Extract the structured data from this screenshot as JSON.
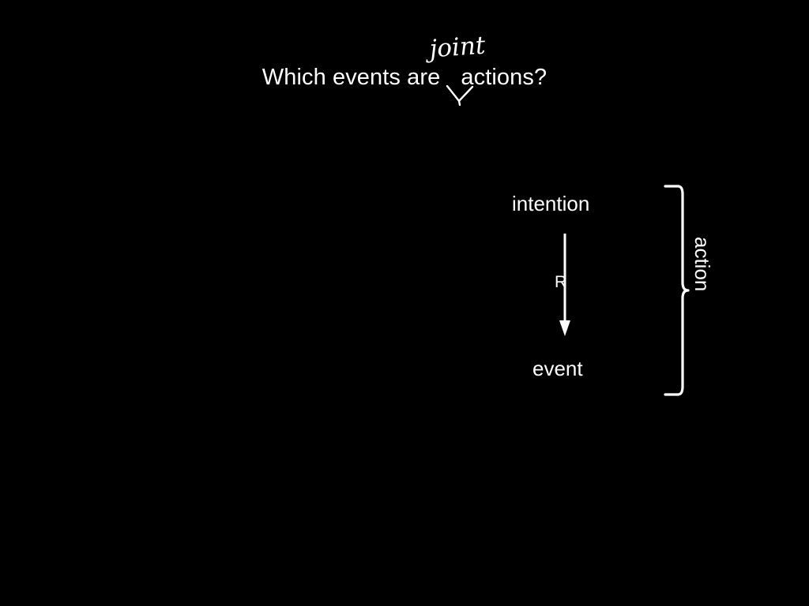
{
  "slide": {
    "background_color": "#000000",
    "text_color": "#ffffff",
    "title": {
      "segment_before": "Which events are",
      "segment_after": "actions?",
      "handwritten_annotation": "joint",
      "caret_icon": "caret-insertion-mark"
    },
    "diagram": {
      "nodes": [
        {
          "id": "intention",
          "label": "intention"
        },
        {
          "id": "event",
          "label": "event"
        }
      ],
      "edges": [
        {
          "from": "intention",
          "to": "event",
          "label": "R",
          "style": "arrow-down"
        }
      ],
      "group": {
        "label": "action",
        "bracket_icon": "curly-bracket-right",
        "covers": [
          "intention",
          "event"
        ]
      }
    }
  }
}
